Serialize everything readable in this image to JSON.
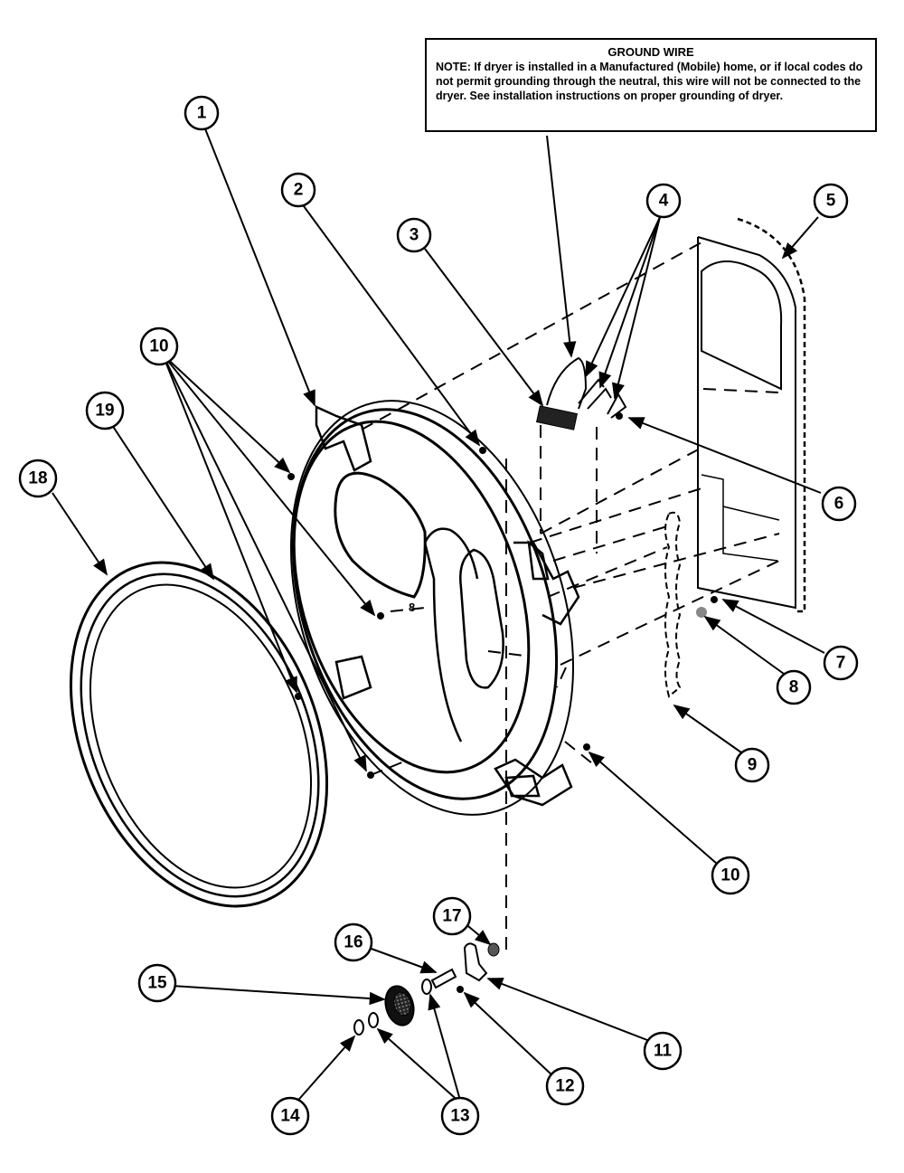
{
  "note": {
    "title": "GROUND WIRE",
    "text": "NOTE: If dryer is installed in a Manufactured (Mobile) home, or if local codes do not permit grounding through the neutral, this wire will not be connected to the dryer. See installation instructions on proper grounding of dryer."
  },
  "inline_label": "8",
  "callouts": [
    "1",
    "2",
    "3",
    "4",
    "5",
    "6",
    "7",
    "8",
    "9",
    "10",
    "10",
    "11",
    "12",
    "13",
    "14",
    "15",
    "16",
    "17",
    "18",
    "19"
  ],
  "icon_names": [
    "front-bulkhead",
    "door-seal-ring",
    "front-panel-gasket",
    "wire-harness-connector",
    "ground-wire",
    "blower-cover",
    "glide-roller",
    "roller-axle"
  ]
}
